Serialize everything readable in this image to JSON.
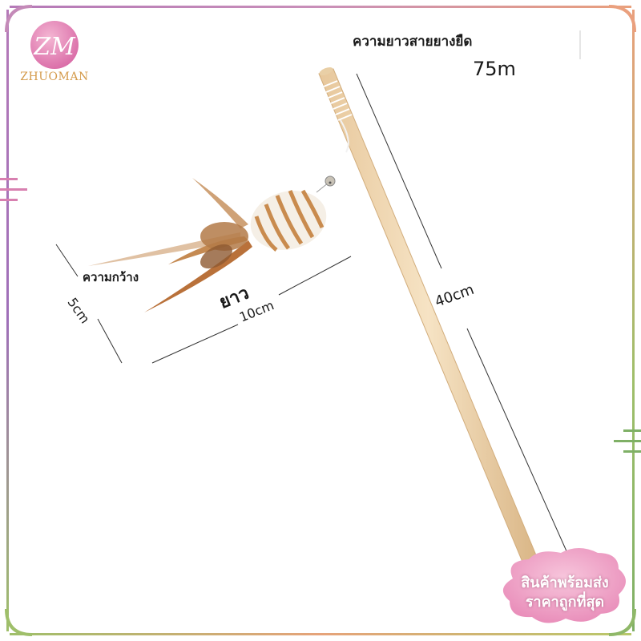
{
  "brand": {
    "name": "ZHUOMAN",
    "logo_letters": "ZM",
    "logo_color": "#e07fb1",
    "text_color": "#d49a4a"
  },
  "labels": {
    "elastic_length_title": "ความยาวสายยางยืด",
    "elastic_length_value": "75m",
    "width_title": "ความกว้าง",
    "width_value": "5cm",
    "length_title": "ยาว",
    "length_value": "10cm",
    "stick_length": "40cm"
  },
  "badge": {
    "line1": "สินค้าพร้อมส่ง",
    "line2": "ราคาถูกที่สุด",
    "color": "#e88bb8"
  },
  "frame_colors": {
    "top": "#b57ab8",
    "left": "#9f6fb8",
    "right": "#9fbf6a",
    "bottom": "#e6a37a"
  },
  "icons": [
    "zm-logo-icon",
    "cat-teaser-toy-icon",
    "wooden-stick-icon",
    "bell-icon",
    "cloud-badge-icon"
  ]
}
